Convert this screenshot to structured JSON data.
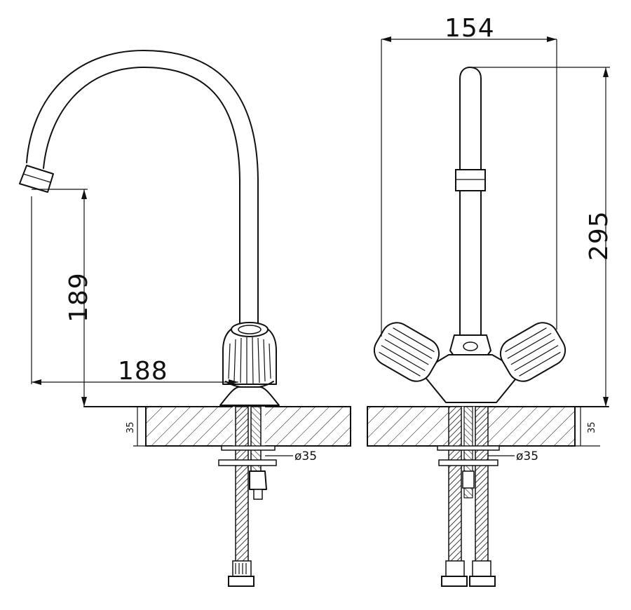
{
  "dimensions": {
    "spout_height": "189",
    "spout_reach": "188",
    "total_width": "154",
    "total_height": "295",
    "counter_thickness_left": "35",
    "counter_thickness_right": "35",
    "hole_diameter_left": "ø35",
    "hole_diameter_right": "ø35"
  }
}
